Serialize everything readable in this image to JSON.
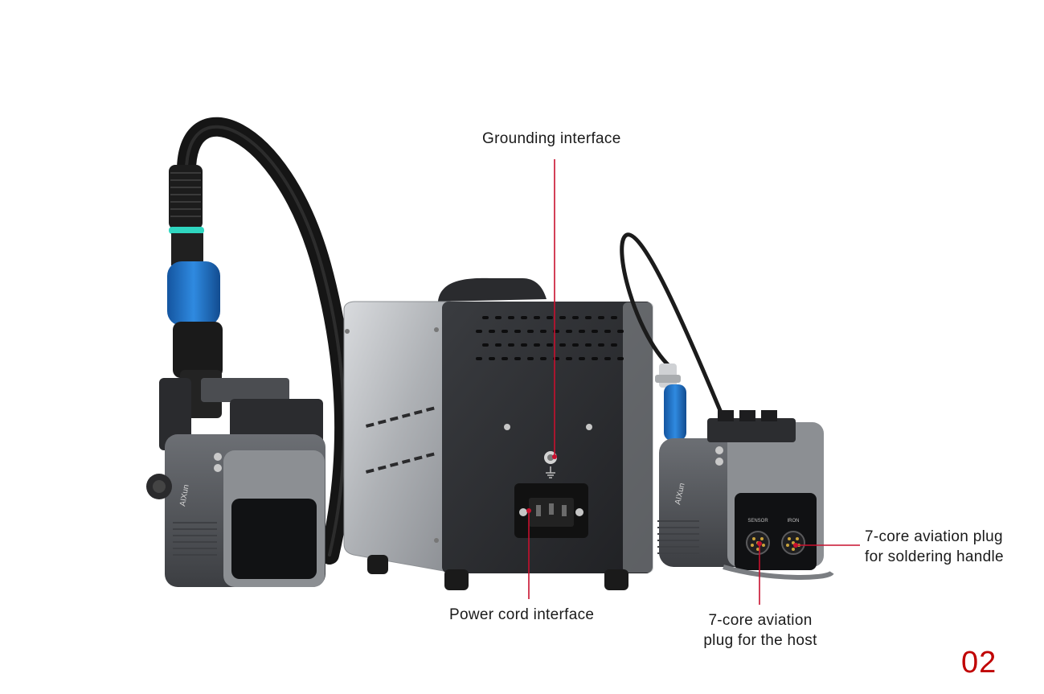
{
  "callouts": {
    "grounding": "Grounding interface",
    "power_cord": "Power cord interface",
    "host_plug_line1": "7-core aviation",
    "host_plug_line2": "plug for the host",
    "handle_plug_line1": "7-core aviation plug",
    "handle_plug_line2": "for soldering handle"
  },
  "product": {
    "brand_left": "AIXun",
    "brand_right": "AIXun",
    "port_left": "SENSOR",
    "port_right": "IRON"
  },
  "page_number": "02",
  "colors": {
    "callout_line": "#c8102e",
    "page_number": "#c00000",
    "accent_blue": "#1f74c9",
    "ring_teal": "#2fd6c0",
    "chassis_dark": "#2d2f33",
    "chassis_silver": "#b9bcc0"
  }
}
